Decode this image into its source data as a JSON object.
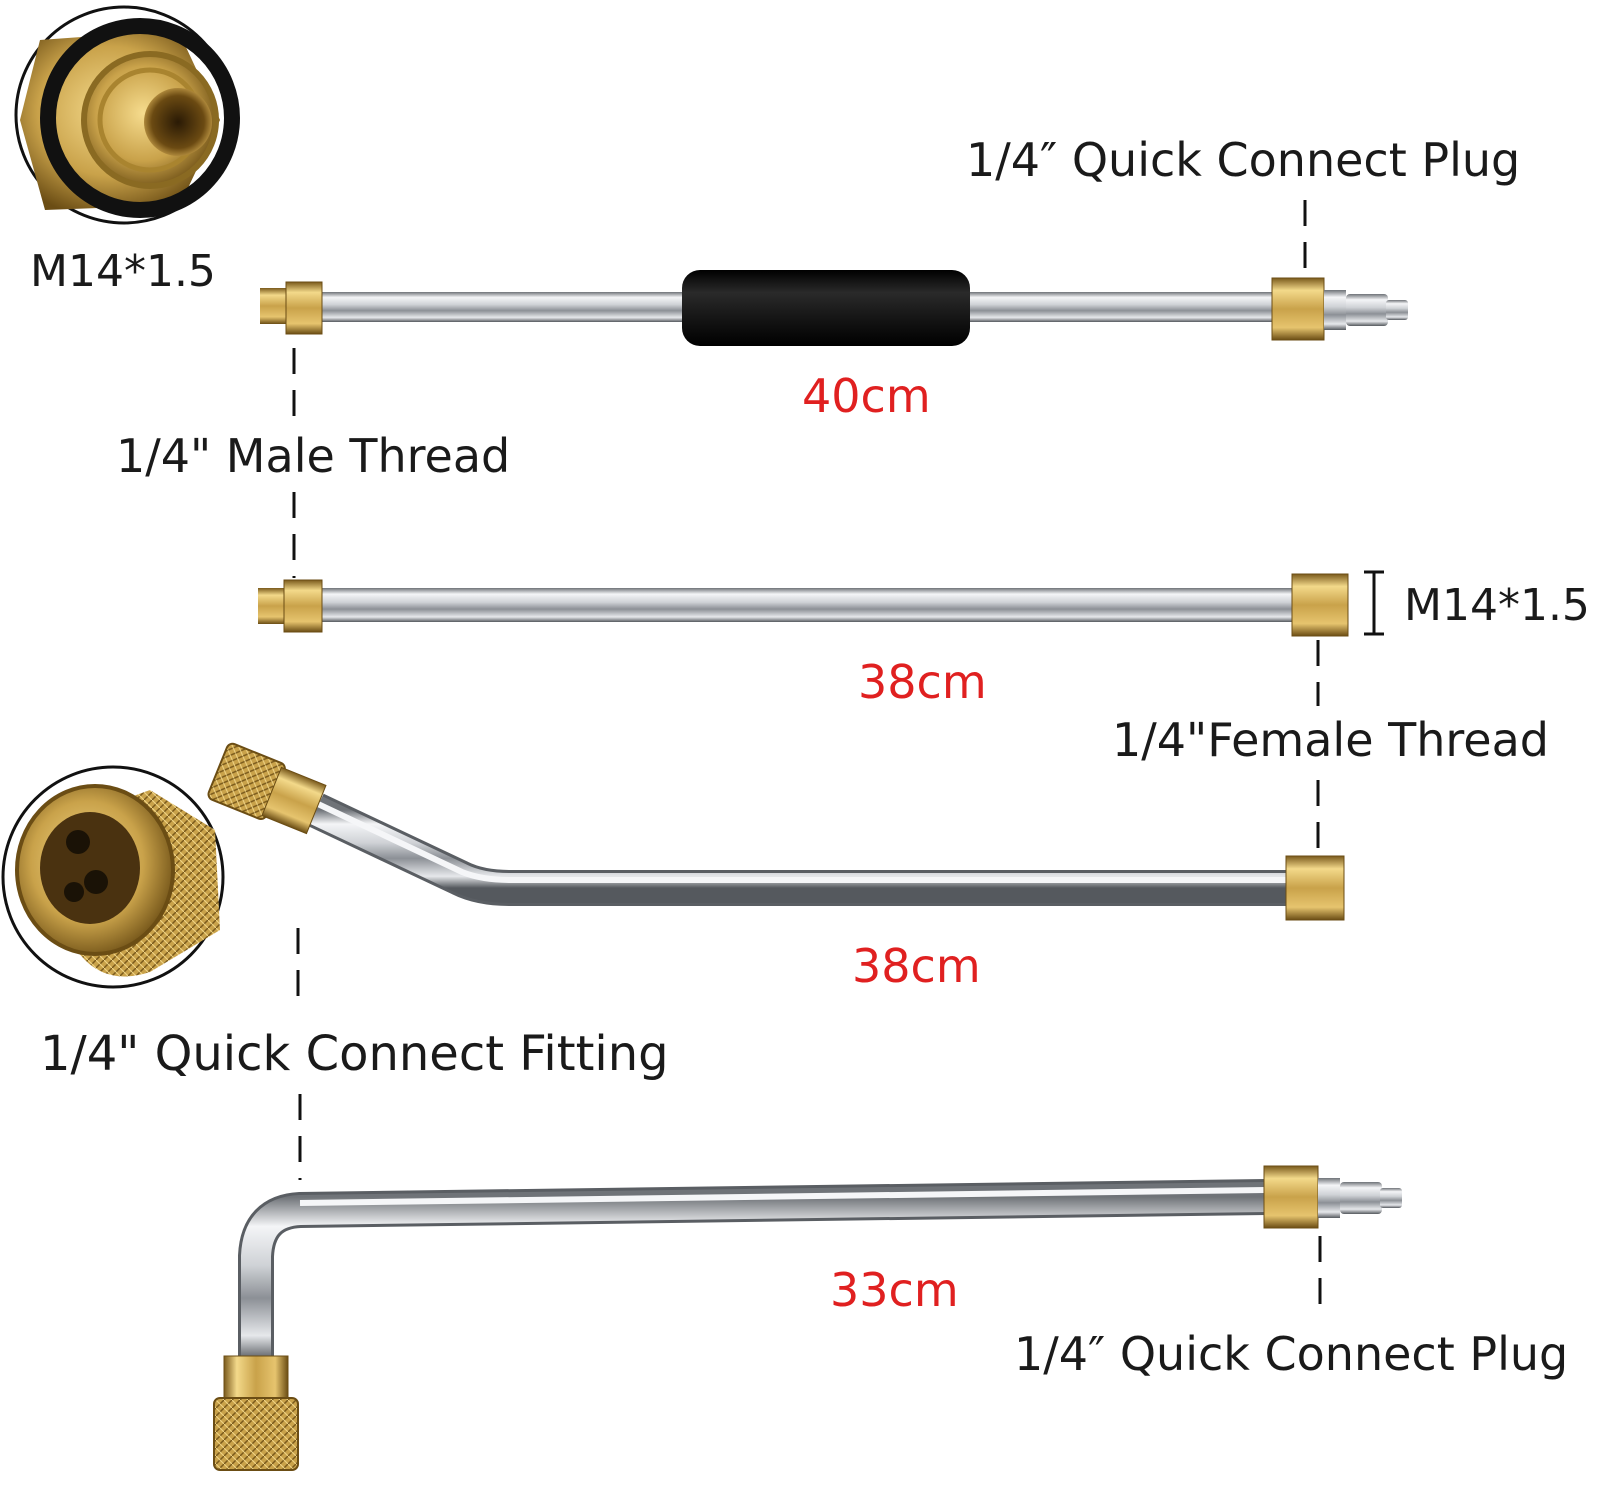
{
  "labels": {
    "m14_top": "M14*1.5",
    "plug_top": "1/4″  Quick Connect Plug",
    "male_thread": "1/4\" Male Thread",
    "m14_side": "M14*1.5",
    "female_thread": "1/4\"Female Thread",
    "qc_fitting": "1/4\"  Quick Connect Fitting",
    "plug_bottom": "1/4″  Quick Connect Plug"
  },
  "lengths": {
    "wand_1": "40cm",
    "wand_2": "38cm",
    "wand_3": "38cm",
    "wand_4": "33cm"
  },
  "colors": {
    "length_text": "#e02020",
    "brass": "#c9a24a",
    "steel": "#b8bcc2",
    "grip": "#151515"
  },
  "icons": {
    "male_thread_closeup": "threaded-fitting-closeup-icon",
    "female_coupler_closeup": "quick-coupler-closeup-icon"
  }
}
